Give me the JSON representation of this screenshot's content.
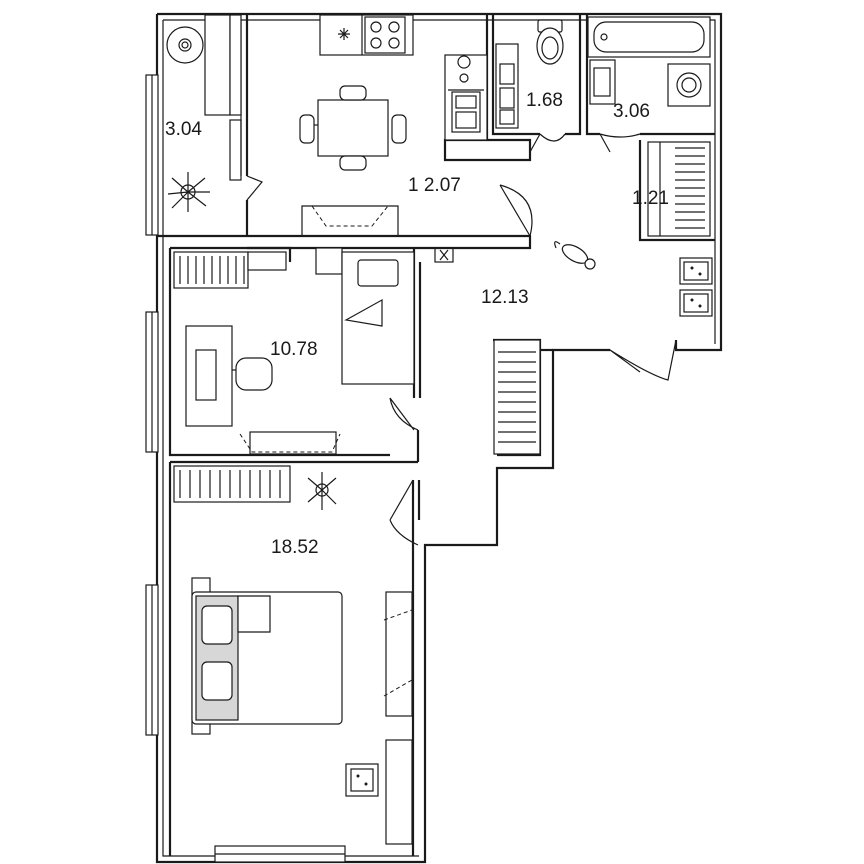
{
  "rooms": {
    "loggia": {
      "area": "3.04"
    },
    "kitchen": {
      "area": "1 2.07"
    },
    "wc": {
      "area": "1.68"
    },
    "bathroom": {
      "area": "3.06"
    },
    "closet": {
      "area": "1.21"
    },
    "hall": {
      "area": "12.13"
    },
    "bedroom_small": {
      "area": "10.78"
    },
    "bedroom_master": {
      "area": "18.52"
    }
  },
  "colors": {
    "wall": "#1a1a1a",
    "fill_grey": "#d7d7d7",
    "background": "#ffffff"
  },
  "icons": [
    "plant-icon",
    "cat-icon",
    "stove-icon",
    "sink-icon",
    "toilet-icon",
    "bathtub-icon",
    "washing-machine-icon",
    "socket-icon",
    "bed-icon",
    "chair-icon"
  ]
}
